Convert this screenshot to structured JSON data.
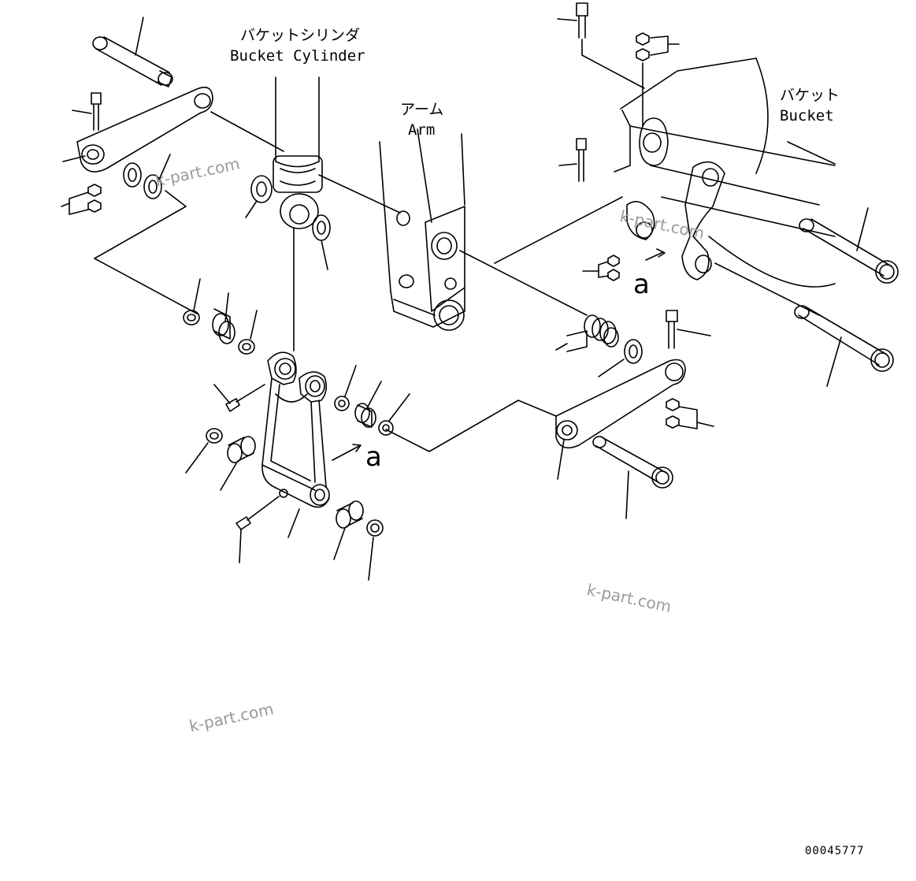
{
  "labels": {
    "bucket_cylinder_jp": "バケットシリンダ",
    "bucket_cylinder_en": "Bucket Cylinder",
    "arm_jp": "アーム",
    "arm_en": "Arm",
    "bucket_jp": "バケット",
    "bucket_en": "Bucket"
  },
  "callouts": {
    "view_a_1": "a",
    "view_a_2": "a"
  },
  "watermarks": [
    "k-part.com",
    "k-part.com",
    "k-part.com",
    "k-part.com"
  ],
  "document_number": "00045777",
  "colors": {
    "line": "#000000",
    "watermark": "#9a9a9a"
  }
}
